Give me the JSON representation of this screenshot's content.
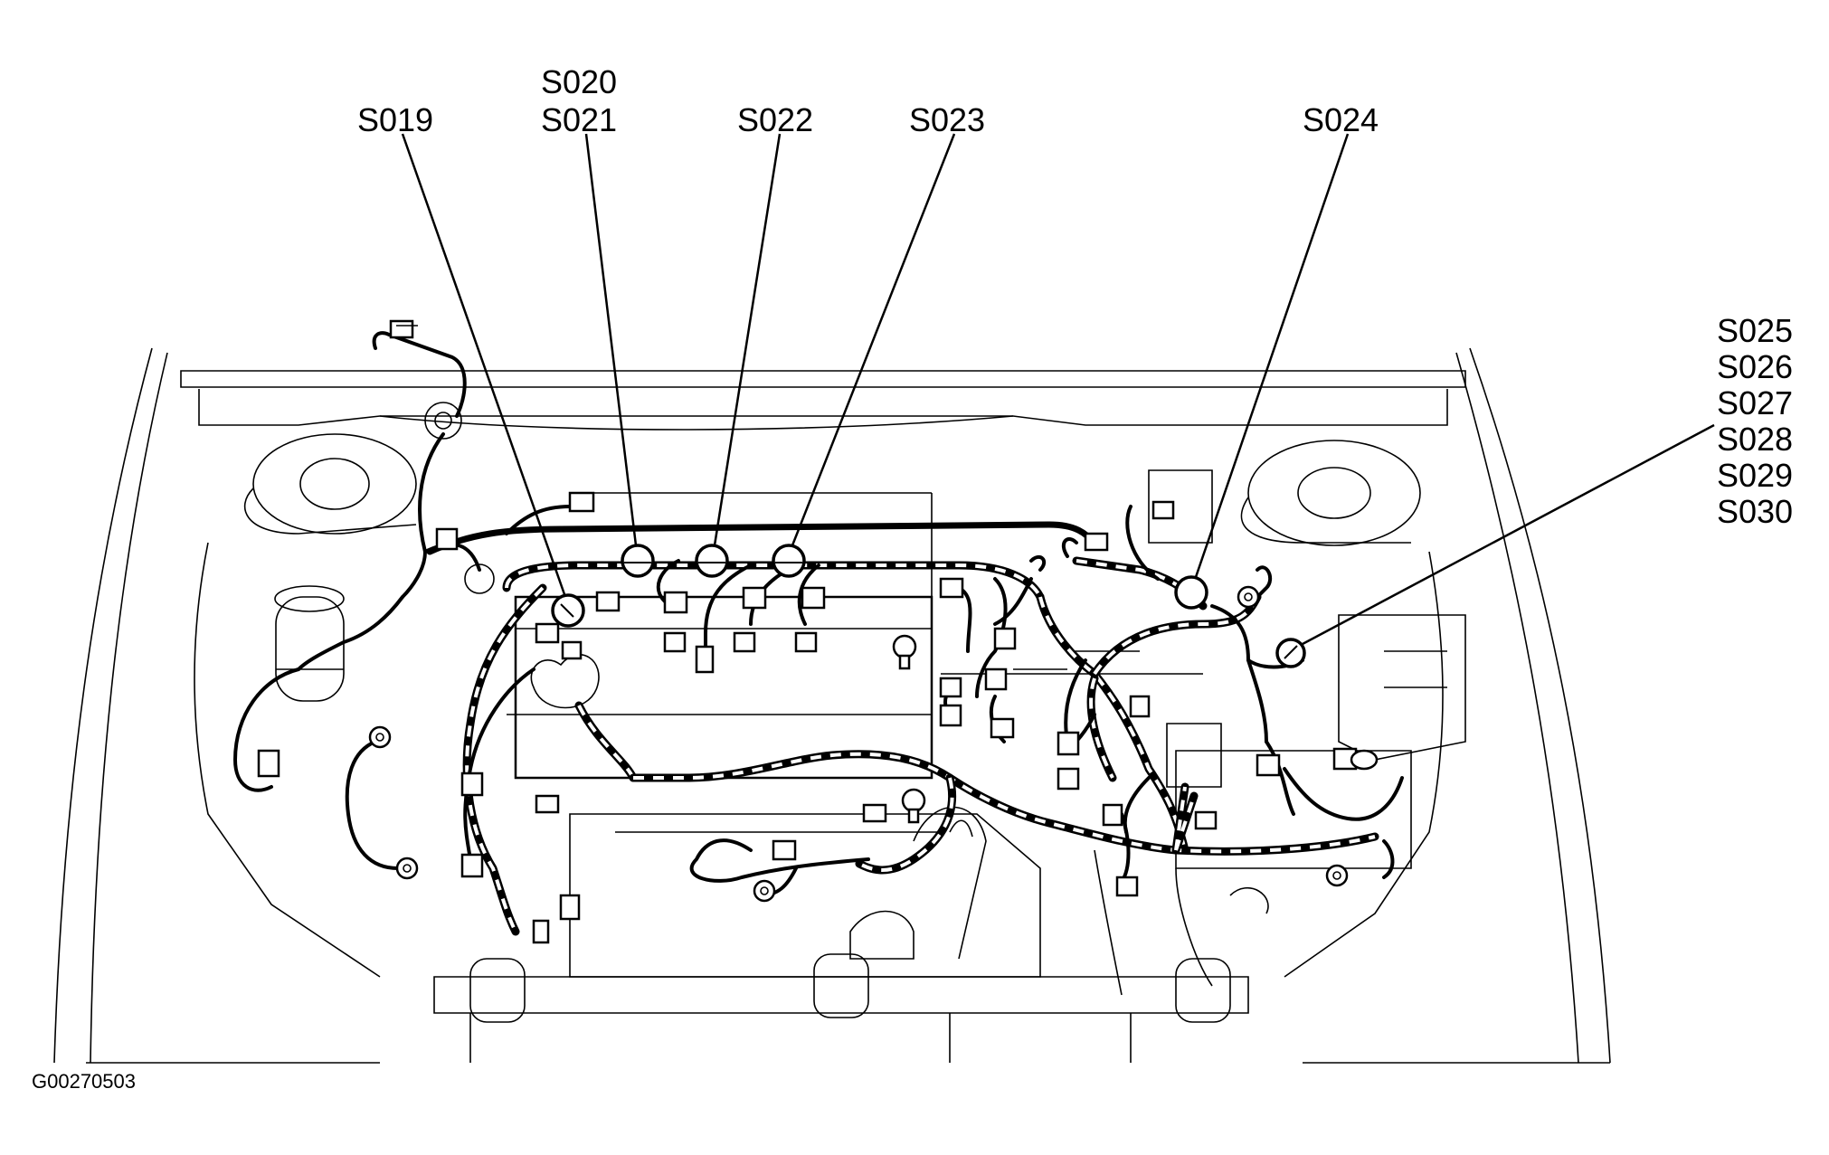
{
  "figure": {
    "figure_id": "G00270503",
    "splice_labels": {
      "s019": "S019",
      "s020": "S020",
      "s021": "S021",
      "s022": "S022",
      "s023": "S023",
      "s024": "S024",
      "s025": "S025",
      "s026": "S026",
      "s027": "S027",
      "s028": "S028",
      "s029": "S029",
      "s030": "S030"
    }
  },
  "style": {
    "line_color": "#000000",
    "background": "#ffffff"
  }
}
